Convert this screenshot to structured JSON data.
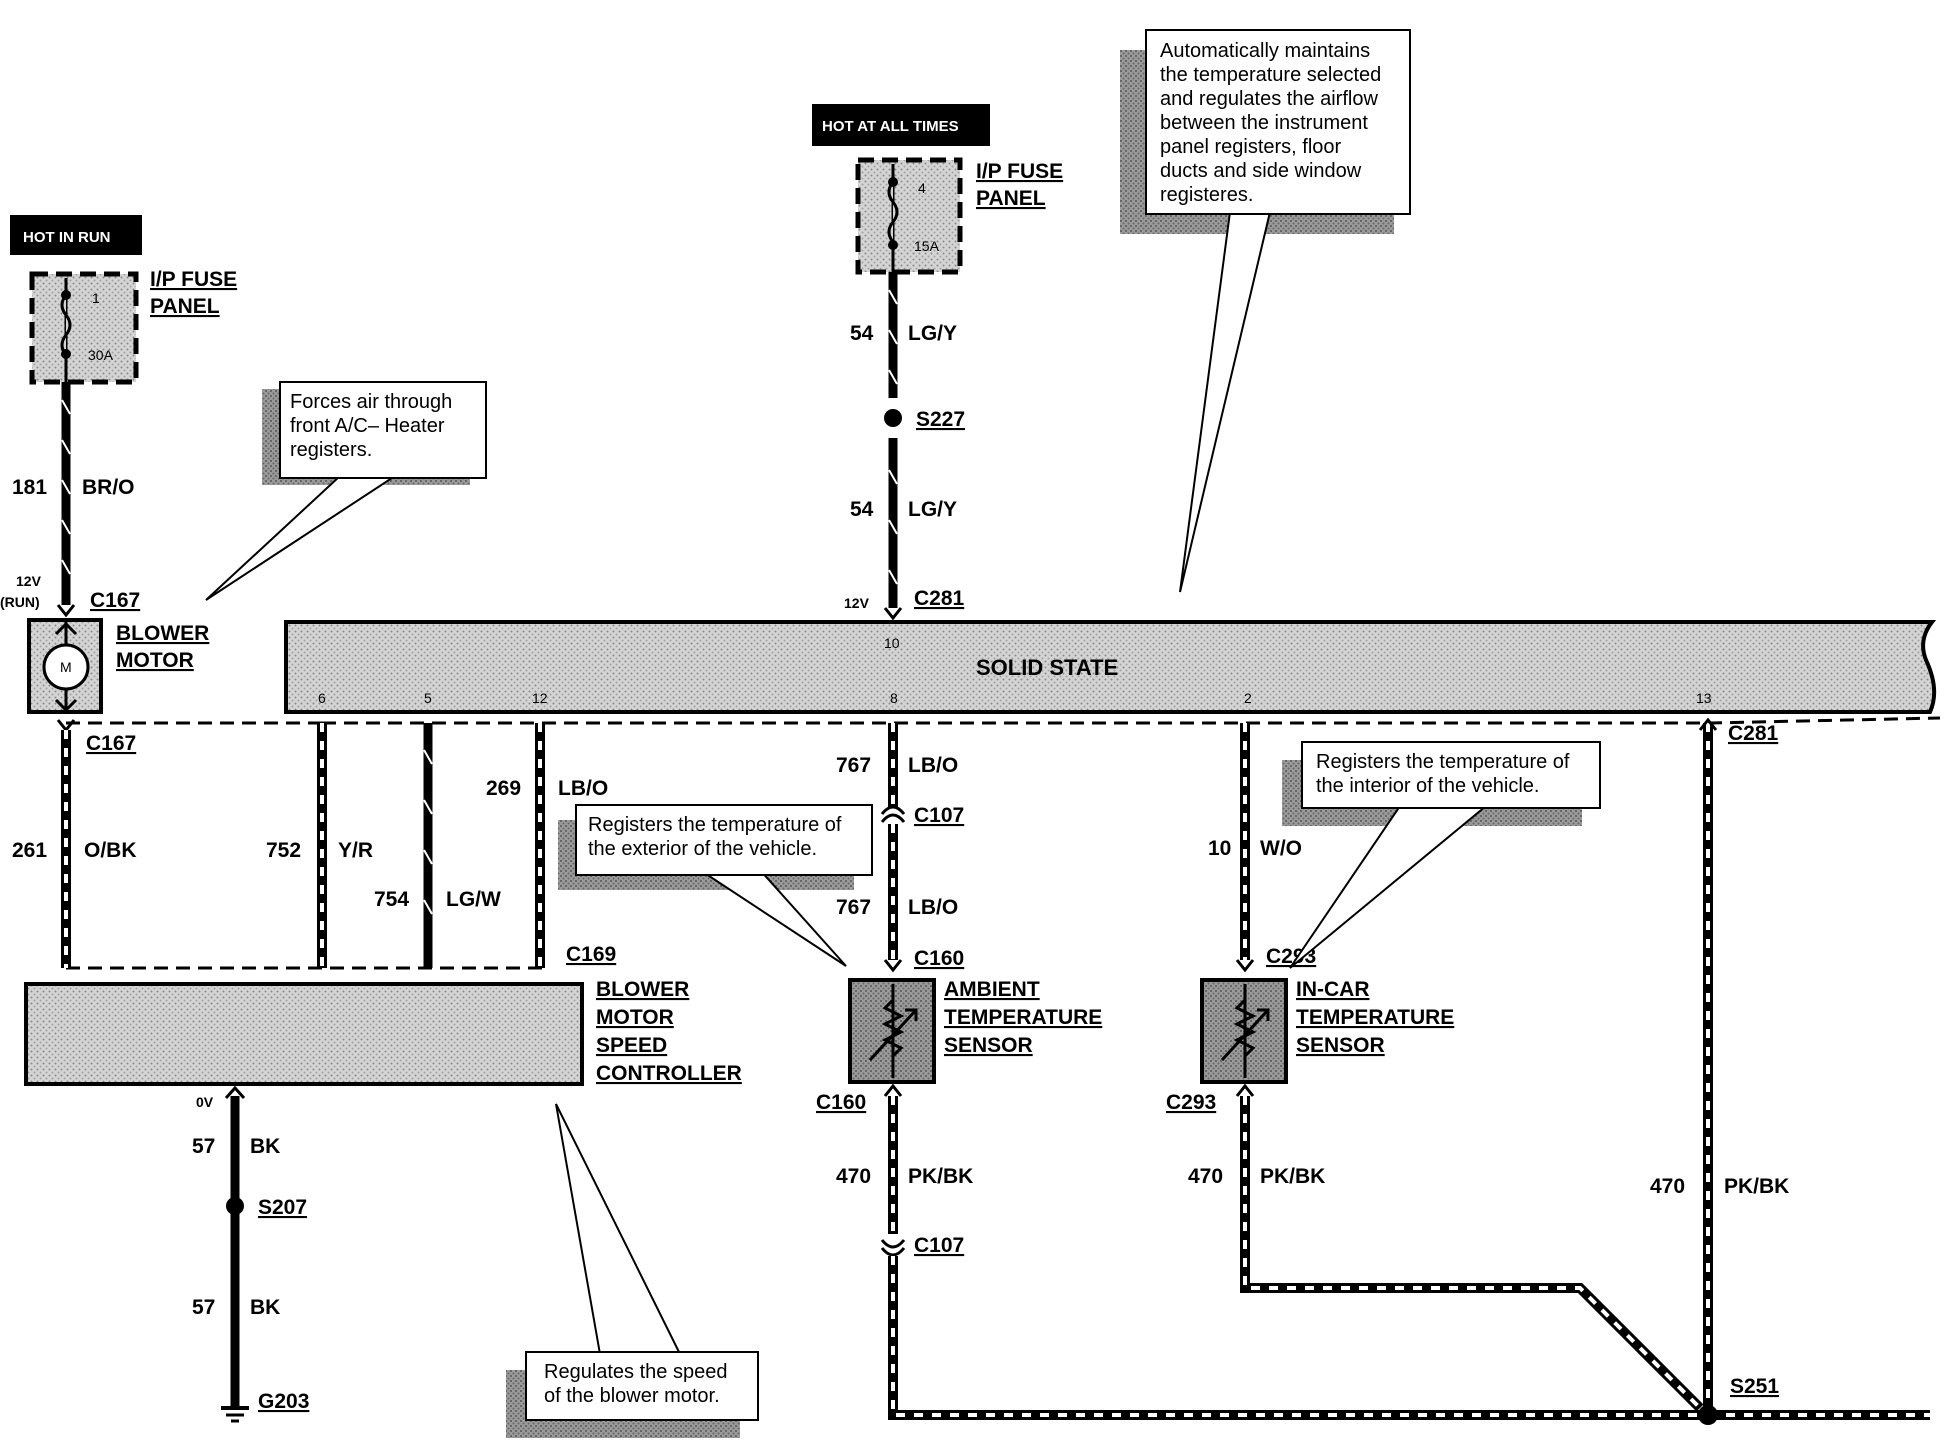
{
  "tags": {
    "hot_in_run": "HOT IN RUN",
    "hot_at_all_times": "HOT AT ALL TIMES"
  },
  "fuse_left": {
    "label_line1": "I/P FUSE",
    "label_line2": "PANEL",
    "number": "1",
    "rating": "30A"
  },
  "fuse_center": {
    "label_line1": "I/P FUSE",
    "label_line2": "PANEL",
    "number": "4",
    "rating": "15A"
  },
  "notes": {
    "blower": [
      "Forces air through",
      "front A/C– Heater",
      "registers."
    ],
    "module": [
      "Automatically maintains",
      "the temperature selected",
      "and regulates the airflow",
      "between the instrument",
      "panel registers, floor",
      "ducts and side window",
      "registeres."
    ],
    "ambient": [
      "Registers the temperature of",
      "the exterior of the vehicle."
    ],
    "incar": [
      "Registers the temperature of",
      "the interior of the vehicle."
    ],
    "controller": [
      "Regulates the speed",
      "of the blower motor."
    ]
  },
  "wires": {
    "w181": {
      "num": "181",
      "color": "BR/O"
    },
    "w261": {
      "num": "261",
      "color": "O/BK"
    },
    "w752": {
      "num": "752",
      "color": "Y/R"
    },
    "w754": {
      "num": "754",
      "color": "LG/W"
    },
    "w269": {
      "num": "269",
      "color": "LB/O"
    },
    "w54a": {
      "num": "54",
      "color": "LG/Y"
    },
    "w54b": {
      "num": "54",
      "color": "LG/Y"
    },
    "w767a": {
      "num": "767",
      "color": "LB/O"
    },
    "w767b": {
      "num": "767",
      "color": "LB/O"
    },
    "w10": {
      "num": "10",
      "color": "W/O"
    },
    "w57a": {
      "num": "57",
      "color": "BK"
    },
    "w57b": {
      "num": "57",
      "color": "BK"
    },
    "w470a": {
      "num": "470",
      "color": "PK/BK"
    },
    "w470b": {
      "num": "470",
      "color": "PK/BK"
    },
    "w470c": {
      "num": "470",
      "color": "PK/BK"
    }
  },
  "connectors": {
    "c167_top": "C167",
    "c167_bot": "C167",
    "c169": "C169",
    "c281_top": "C281",
    "c281_right": "C281",
    "c107_top": "C107",
    "c160_top": "C160",
    "c160_bot": "C160",
    "c107_bot": "C107",
    "c293_top": "C293",
    "c293_bot": "C293",
    "s227": "S227",
    "s207": "S207",
    "s251": "S251",
    "g203": "G203"
  },
  "voltages": {
    "v_run_1": "12V",
    "v_run_2": "(RUN)",
    "v_c281": "12V",
    "v_0": "0V"
  },
  "components": {
    "blower_motor": [
      "BLOWER",
      "MOTOR"
    ],
    "motor_symbol": "M",
    "controller": [
      "BLOWER",
      "MOTOR",
      "SPEED",
      "CONTROLLER"
    ],
    "ambient": [
      "AMBIENT",
      "TEMPERATURE",
      "SENSOR"
    ],
    "incar": [
      "IN-CAR",
      "TEMPERATURE",
      "SENSOR"
    ],
    "module": "SOLID STATE"
  },
  "module_pins": {
    "p10": "10",
    "p6": "6",
    "p5": "5",
    "p12": "12",
    "p8": "8",
    "p2": "2",
    "p13": "13"
  }
}
